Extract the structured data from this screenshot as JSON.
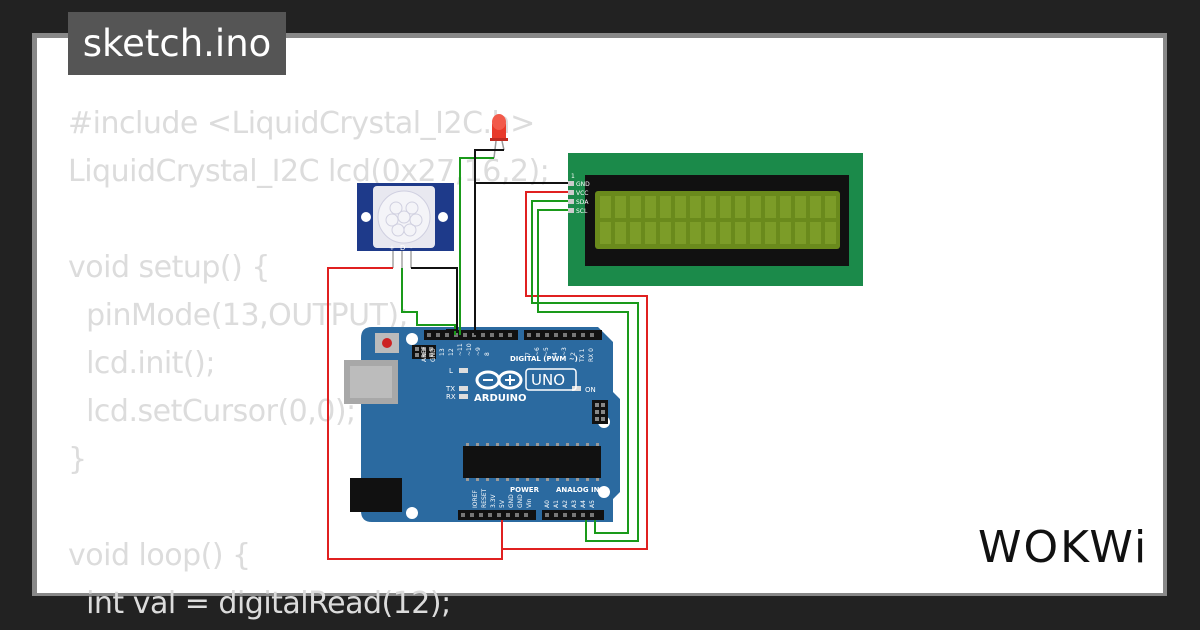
{
  "editor": {
    "filename": "sketch.ino",
    "code_lines": [
      "#include <LiquidCrystal_I2C.h>",
      "LiquidCrystal_I2C lcd(0x27,16,2);",
      "",
      "void setup() {",
      "  pinMode(13,OUTPUT);",
      "  lcd.init();",
      "  lcd.setCursor(0,0);",
      "}",
      "",
      "void loop() {",
      "  int val = digitalRead(12);"
    ]
  },
  "pir": {
    "pins": [
      "+",
      "D",
      "-"
    ]
  },
  "lcd": {
    "pins": [
      "GND",
      "VCC",
      "SDA",
      "SCL"
    ]
  },
  "arduino": {
    "brand": "ARDUINO",
    "model": "UNO",
    "digital_label": "DIGITAL (PWM ~)",
    "power_label": "POWER",
    "analog_label": "ANALOG IN",
    "led_labels": [
      "L",
      "TX",
      "RX",
      "ON"
    ],
    "top_pins": [
      "AREF",
      "GND",
      "13",
      "12",
      "~11",
      "~10",
      "~9",
      "8",
      "7",
      "~6",
      "~5",
      "4",
      "~3",
      "2",
      "TX 1",
      "RX 0"
    ],
    "power_pins": [
      "IOREF",
      "RESET",
      "3.3V",
      "5V",
      "GND",
      "GND",
      "Vin"
    ],
    "analog_pins": [
      "A0",
      "A1",
      "A2",
      "A3",
      "A4",
      "A5"
    ]
  },
  "brand_logo": "WOKWi",
  "colors": {
    "background": "#222222",
    "panel": "#ffffff",
    "tab": "#555555",
    "code_text": "#dcdcdc",
    "board": "#2b6aa0",
    "lcd_pcb": "#1b8a4a",
    "lcd_screen": "#6a8a1c",
    "wire_red": "#e02020",
    "wire_green": "#1a9a1a",
    "wire_black": "#111111",
    "led": "#e83a2a"
  }
}
